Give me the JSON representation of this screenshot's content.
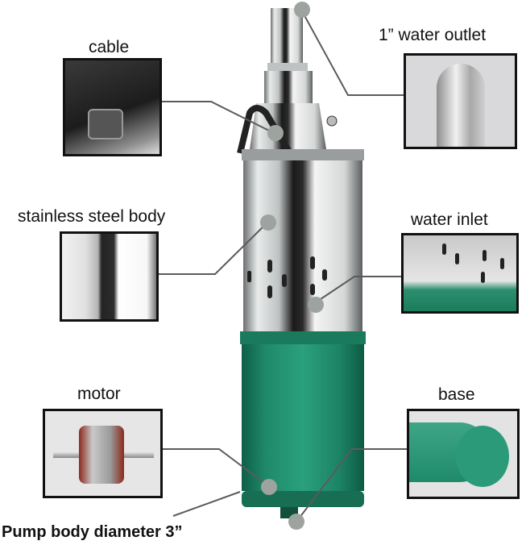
{
  "callouts": {
    "cable": {
      "label": "cable",
      "icon": "cable-connector-photo"
    },
    "water_outlet": {
      "label": "1” water outlet",
      "icon": "threaded-outlet-photo"
    },
    "stainless_body": {
      "label": "stainless steel body",
      "icon": "steel-surface-photo"
    },
    "water_inlet": {
      "label": "water inlet",
      "icon": "inlet-slots-photo"
    },
    "motor": {
      "label": "motor",
      "icon": "motor-rotor-photo"
    },
    "base": {
      "label": "base",
      "icon": "pump-base-photo"
    },
    "diameter": {
      "label": "Pump body diameter 3”"
    }
  },
  "colors": {
    "pump_green": "#1f8a6a",
    "steel": "#c9cccc",
    "leader_line": "#5b5b5b",
    "dot": "#9da39e",
    "border": "#111111"
  }
}
